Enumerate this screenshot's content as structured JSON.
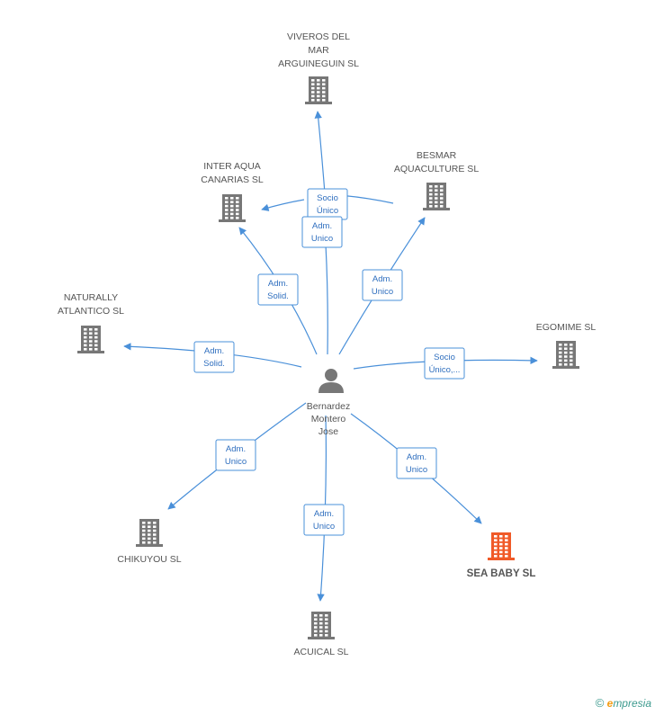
{
  "center": {
    "name_lines": [
      "Bernardez",
      "Montero",
      "Jose"
    ]
  },
  "colors": {
    "edge": "#4a90d9",
    "building": "#777777",
    "highlight": "#f05a28"
  },
  "nodes": [
    {
      "id": "viveros",
      "label_lines": [
        "VIVEROS DEL",
        "MAR",
        "ARGUINEGUIN SL"
      ],
      "highlight": false
    },
    {
      "id": "inter_aqua",
      "label_lines": [
        "INTER AQUA",
        "CANARIAS SL"
      ],
      "highlight": false
    },
    {
      "id": "besmar",
      "label_lines": [
        "BESMAR",
        "AQUACULTURE SL"
      ],
      "highlight": false
    },
    {
      "id": "naturally",
      "label_lines": [
        "NATURALLY",
        "ATLANTICO  SL"
      ],
      "highlight": false
    },
    {
      "id": "egomime",
      "label_lines": [
        "EGOMIME SL"
      ],
      "highlight": false
    },
    {
      "id": "chikuyou",
      "label_lines": [
        "CHIKUYOU SL"
      ],
      "highlight": false
    },
    {
      "id": "acuical",
      "label_lines": [
        "ACUICAL SL"
      ],
      "highlight": false
    },
    {
      "id": "seababy",
      "label_lines": [
        "SEA BABY SL"
      ],
      "highlight": true
    }
  ],
  "edges": [
    {
      "target": "viveros",
      "label_lines": [
        "Socio",
        "Único"
      ]
    },
    {
      "target": "inter_aqua",
      "label_lines": [
        "Adm.",
        "Unico"
      ]
    },
    {
      "target": "inter_aqua",
      "label_lines": [
        "Adm.",
        "Solid."
      ]
    },
    {
      "target": "besmar",
      "label_lines": [
        "Adm.",
        "Unico"
      ]
    },
    {
      "target": "naturally",
      "label_lines": [
        "Adm.",
        "Solid."
      ]
    },
    {
      "target": "egomime",
      "label_lines": [
        "Socio",
        "Único,..."
      ]
    },
    {
      "target": "chikuyou",
      "label_lines": [
        "Adm.",
        "Unico"
      ]
    },
    {
      "target": "acuical",
      "label_lines": [
        "Adm.",
        "Unico"
      ]
    },
    {
      "target": "seababy",
      "label_lines": [
        "Adm.",
        "Unico"
      ]
    }
  ],
  "footer": {
    "copyright": "©",
    "brand_first": "e",
    "brand_rest": "mpresia"
  }
}
